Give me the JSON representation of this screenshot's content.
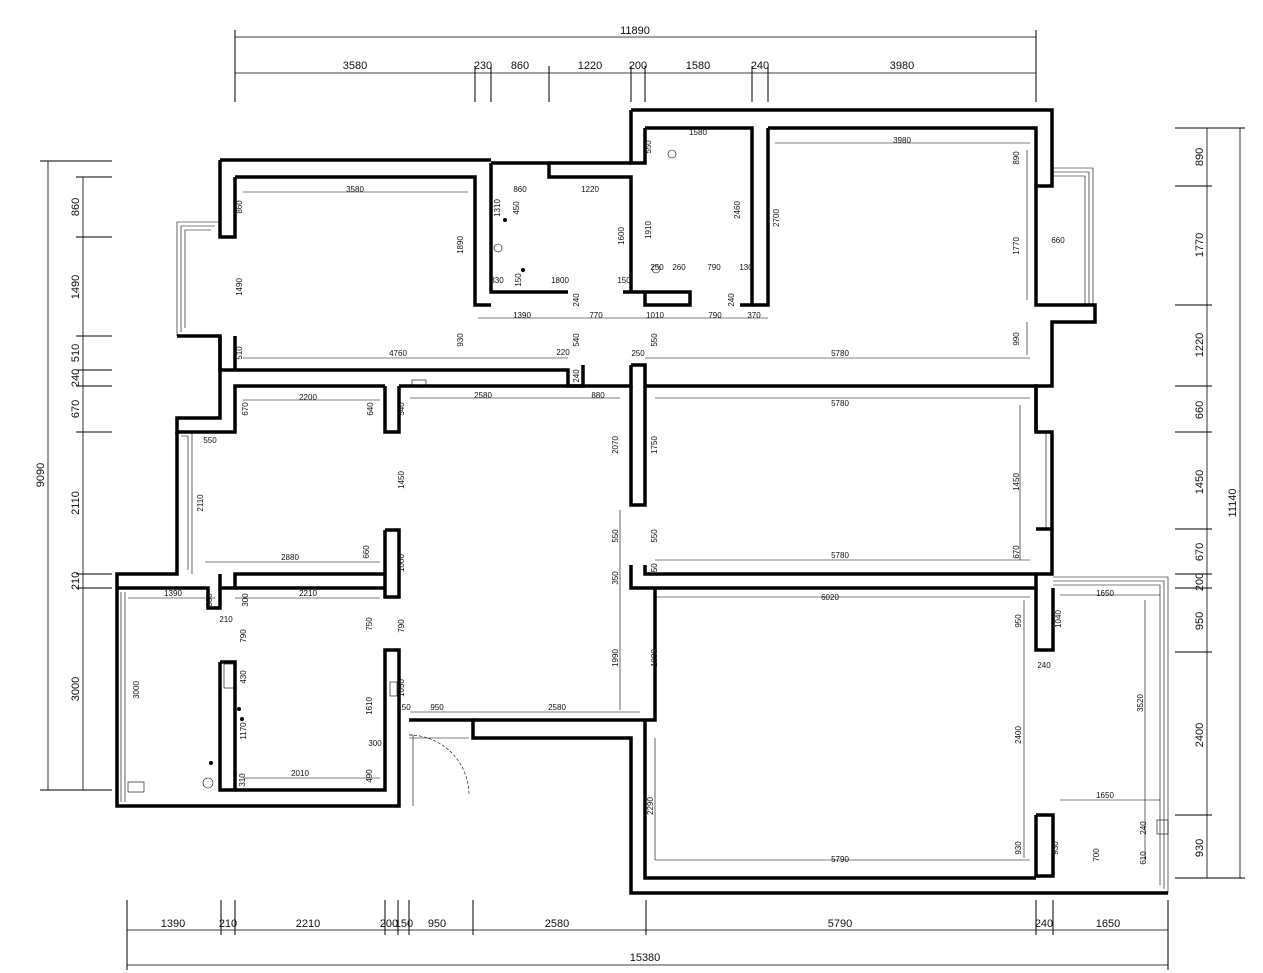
{
  "drawing": {
    "overall_width_top": "11890",
    "overall_width_bottom": "15380",
    "overall_height_left": "9090",
    "overall_height_right": "11140",
    "top_chain": [
      "3580",
      "230",
      "860",
      "1220",
      "200",
      "1580",
      "240",
      "3980"
    ],
    "bottom_chain": [
      "1390",
      "210",
      "2210",
      "200",
      "150",
      "950",
      "2580",
      "5790",
      "240",
      "1650"
    ],
    "left_chain": [
      "860",
      "1490",
      "510",
      "240",
      "670",
      "2110",
      "210",
      "3000"
    ],
    "right_chain": [
      "890",
      "1770",
      "1220",
      "660",
      "1450",
      "670",
      "200",
      "950",
      "2400",
      "930"
    ]
  },
  "labels": {
    "master_bedroom": [
      "3980",
      "890",
      "2700",
      "1770",
      "660",
      "5780",
      "990"
    ],
    "top_left_room": [
      "3580",
      "860",
      "1490",
      "4760",
      "510",
      "930",
      "1890"
    ],
    "bathroom_1": [
      "860",
      "1220",
      "1310",
      "450",
      "330",
      "150",
      "1800",
      "150",
      "1600"
    ],
    "bathroom_2": [
      "1580",
      "550",
      "1910",
      "2460",
      "250",
      "260",
      "790",
      "130"
    ],
    "service_row": [
      "1390",
      "770",
      "1010",
      "790",
      "370",
      "240",
      "540",
      "240"
    ],
    "corridor": [
      "2580",
      "880",
      "540",
      "220",
      "250",
      "550",
      "240"
    ],
    "left_mid_room": [
      "2200",
      "670",
      "640",
      "550",
      "2110",
      "1450",
      "2880",
      "660",
      "1000"
    ],
    "right_mid_room": [
      "5780",
      "2070",
      "1750",
      "1450",
      "550",
      "550",
      "5780",
      "670",
      "350",
      "150"
    ],
    "kitchen": [
      "1390",
      "300",
      "300",
      "210",
      "790",
      "430",
      "1170",
      "3000",
      "310",
      "2210",
      "790",
      "750",
      "1610",
      "2010",
      "300",
      "490",
      "1050",
      "150"
    ],
    "entry": [
      "950",
      "2580",
      "1990",
      "1990"
    ],
    "living": [
      "6020",
      "950",
      "1040",
      "240",
      "2400",
      "3520",
      "1650",
      "2290",
      "5790",
      "930",
      "1650",
      "240",
      "930",
      "700",
      "610"
    ]
  }
}
